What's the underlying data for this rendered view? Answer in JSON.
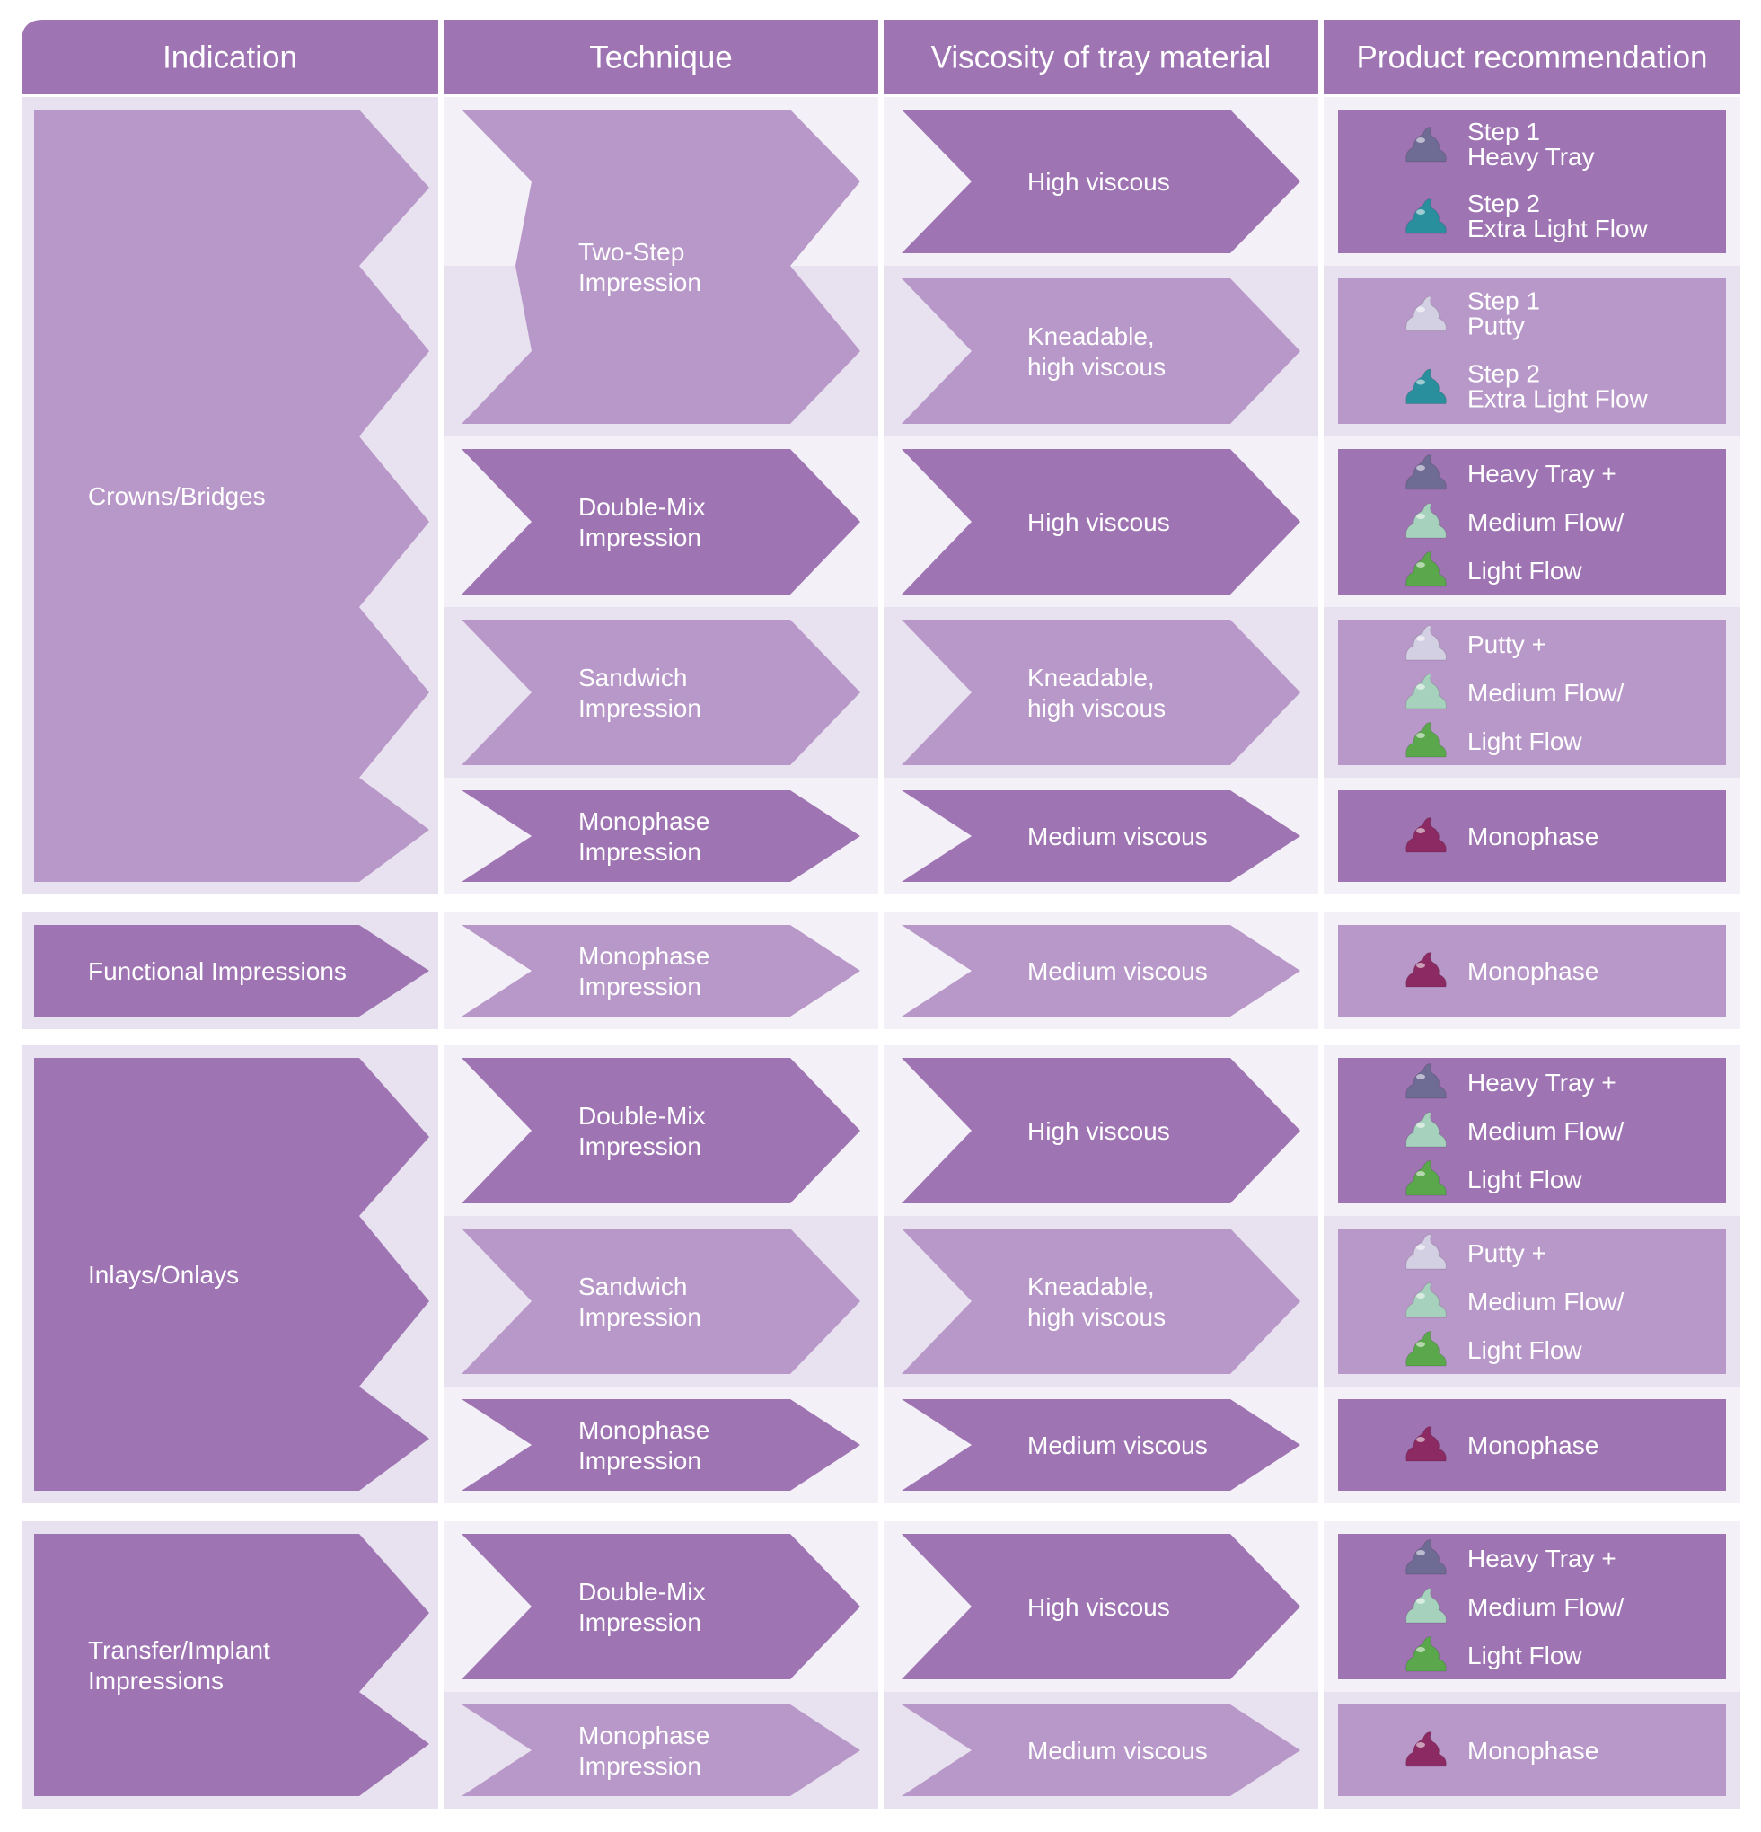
{
  "colors": {
    "dark_purple": "#9f74b3",
    "light_purple": "#b898c8",
    "band_light": "#f3f0f7",
    "band_shade": "#e8e1ef",
    "text": "#ffffff"
  },
  "headers": [
    "Indication",
    "Technique",
    "Viscosity of tray material",
    "Product recommendation"
  ],
  "groups": [
    {
      "indication": "Crowns/Bridges",
      "rows": [
        {
          "technique": "Two-Step Impression",
          "technique_span": 2,
          "viscosity": "High viscous",
          "products": [
            {
              "label_1": "Step 1",
              "label_2": "Heavy Tray",
              "icon": "heavy-tray-icon"
            },
            {
              "label_1": "Step 2",
              "label_2": "Extra Light Flow",
              "icon": "extra-light-flow-icon"
            }
          ]
        },
        {
          "viscosity": "Kneadable, high viscous",
          "products": [
            {
              "label_1": "Step 1",
              "label_2": "Putty",
              "icon": "putty-icon"
            },
            {
              "label_1": "Step 2",
              "label_2": "Extra Light Flow",
              "icon": "extra-light-flow-icon"
            }
          ]
        },
        {
          "technique": "Double-Mix Impression",
          "viscosity": "High viscous",
          "products": [
            {
              "label": "Heavy Tray +",
              "icon": "heavy-tray-icon"
            },
            {
              "label": "Medium Flow/",
              "icon": "medium-flow-icon"
            },
            {
              "label": "Light Flow",
              "icon": "light-flow-icon"
            }
          ]
        },
        {
          "technique": "Sandwich Impression",
          "viscosity": "Kneadable, high viscous",
          "products": [
            {
              "label": "Putty +",
              "icon": "putty-icon"
            },
            {
              "label": "Medium Flow/",
              "icon": "medium-flow-icon"
            },
            {
              "label": "Light Flow",
              "icon": "light-flow-icon"
            }
          ]
        },
        {
          "technique": "Monophase Impression",
          "viscosity": "Medium viscous",
          "products": [
            {
              "label": "Monophase",
              "icon": "monophase-icon"
            }
          ]
        }
      ]
    },
    {
      "indication": "Functional Impressions",
      "rows": [
        {
          "technique": "Monophase Impression",
          "viscosity": "Medium viscous",
          "products": [
            {
              "label": "Monophase",
              "icon": "monophase-icon"
            }
          ]
        }
      ]
    },
    {
      "indication": "Inlays/Onlays",
      "rows": [
        {
          "technique": "Double-Mix Impression",
          "viscosity": "High viscous",
          "products": [
            {
              "label": "Heavy Tray +",
              "icon": "heavy-tray-icon"
            },
            {
              "label": "Medium Flow/",
              "icon": "medium-flow-icon"
            },
            {
              "label": "Light Flow",
              "icon": "light-flow-icon"
            }
          ]
        },
        {
          "technique": "Sandwich Impression",
          "viscosity": "Kneadable, high viscous",
          "products": [
            {
              "label": "Putty +",
              "icon": "putty-icon"
            },
            {
              "label": "Medium Flow/",
              "icon": "medium-flow-icon"
            },
            {
              "label": "Light Flow",
              "icon": "light-flow-icon"
            }
          ]
        },
        {
          "technique": "Monophase Impression",
          "viscosity": "Medium viscous",
          "products": [
            {
              "label": "Monophase",
              "icon": "monophase-icon"
            }
          ]
        }
      ]
    },
    {
      "indication": "Transfer/Implant Impressions",
      "rows": [
        {
          "technique": "Double-Mix Impression",
          "viscosity": "High viscous",
          "products": [
            {
              "label": "Heavy Tray +",
              "icon": "heavy-tray-icon"
            },
            {
              "label": "Medium Flow/",
              "icon": "medium-flow-icon"
            },
            {
              "label": "Light Flow",
              "icon": "light-flow-icon"
            }
          ]
        },
        {
          "technique": "Monophase Impression",
          "viscosity": "Medium viscous",
          "products": [
            {
              "label": "Monophase",
              "icon": "monophase-icon"
            }
          ]
        }
      ]
    }
  ],
  "icon_colors": {
    "heavy-tray-icon": "#6e6b94",
    "extra-light-flow-icon": "#2a8f9c",
    "putty-icon": "#d4d0e4",
    "medium-flow-icon": "#a6d2bd",
    "light-flow-icon": "#5aa74c",
    "monophase-icon": "#8c2a63"
  }
}
